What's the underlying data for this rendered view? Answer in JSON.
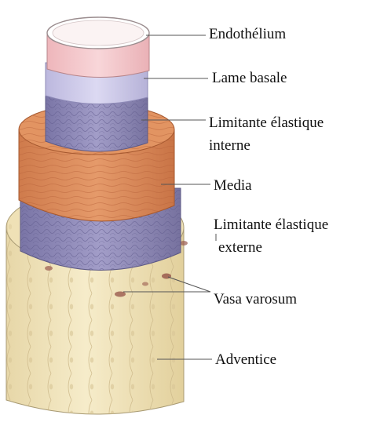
{
  "labels": {
    "endothelium": "Endothélium",
    "lame_basale": "Lame basale",
    "limitante_interne_1": "Limitante élastique",
    "limitante_interne_2": "interne",
    "media": "Media",
    "limitante_externe_1": "Limitante élastique",
    "limitante_externe_2": "externe",
    "vasa_varosum": "Vasa varosum",
    "adventice": "Adventice"
  },
  "colors": {
    "endothelium": "#f2c4c8",
    "lame_basale": "#c9c6e6",
    "limitante_interne": "#8b86b6",
    "media": "#dc8c5c",
    "limitante_externe": "#8e89b8",
    "adventice": "#f1e4bb",
    "vasa": "#9a5a4e"
  }
}
